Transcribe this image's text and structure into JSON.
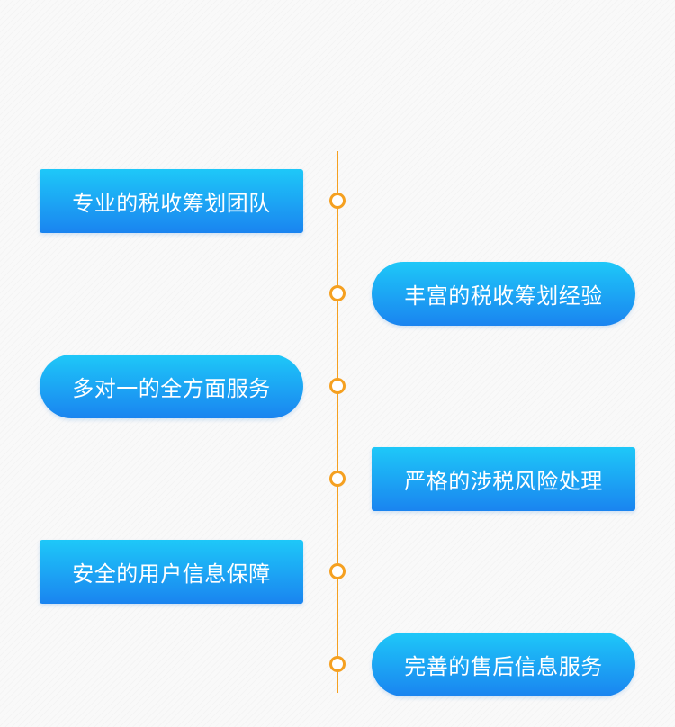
{
  "colors": {
    "accent_line": "#f5a020",
    "card_gradient_top": "#1ec8f8",
    "card_gradient_bottom": "#1a84f0",
    "card_text": "#ffffff"
  },
  "timeline": {
    "items": [
      {
        "label": "专业的税收筹划团队",
        "side": "left",
        "shape": "square"
      },
      {
        "label": "丰富的税收筹划经验",
        "side": "right",
        "shape": "pill"
      },
      {
        "label": "多对一的全方面服务",
        "side": "left",
        "shape": "pill"
      },
      {
        "label": "严格的涉税风险处理",
        "side": "right",
        "shape": "square"
      },
      {
        "label": "安全的用户信息保障",
        "side": "left",
        "shape": "square"
      },
      {
        "label": "完善的售后信息服务",
        "side": "right",
        "shape": "pill"
      }
    ]
  }
}
